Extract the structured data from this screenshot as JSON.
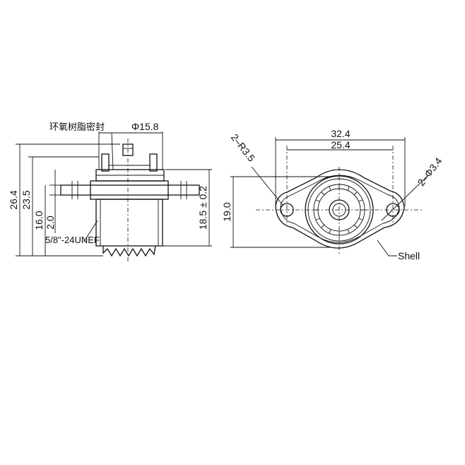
{
  "side_view": {
    "callout_label": "环氧树脂密封",
    "dia_label": "Φ15.8",
    "dim_total": "26.4",
    "dim_flange_top": "23.5",
    "dim_body": "16.0",
    "dim_flange_thk": "2.0",
    "thread": "5/8\"-24UNEF",
    "dim_right": "18.5 ± 0.2"
  },
  "front_view": {
    "dim_overall_width": "32.4",
    "dim_hole_spacing": "25.4",
    "radius_label": "2–R3.5",
    "hole_label": "2–Φ3.4",
    "dim_height": "19.0",
    "shell_label": "Shell"
  },
  "colors": {
    "line": "#111111",
    "background": "#ffffff"
  }
}
